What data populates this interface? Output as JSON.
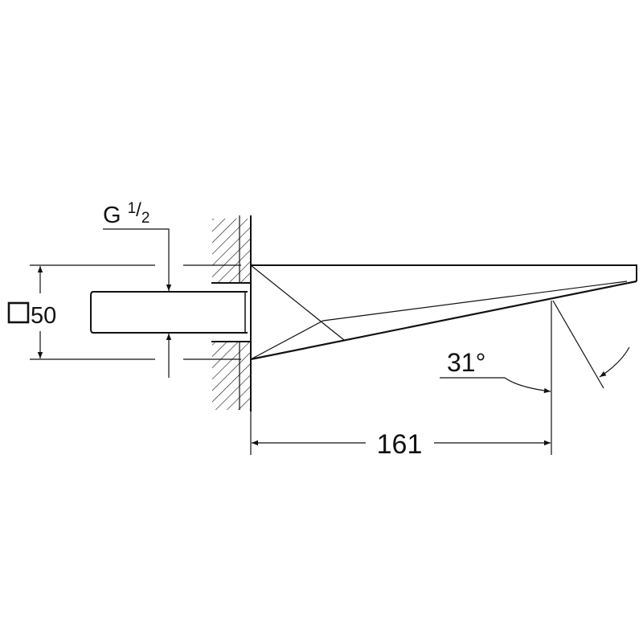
{
  "drawing": {
    "thread_label": {
      "prefix": "G",
      "num": "1",
      "den": "2"
    },
    "square_dim": "50",
    "square_symbol": "square",
    "projection_dim": "161",
    "angle_dim": "31°"
  },
  "colors": {
    "line": "#111111",
    "background": "#ffffff"
  }
}
